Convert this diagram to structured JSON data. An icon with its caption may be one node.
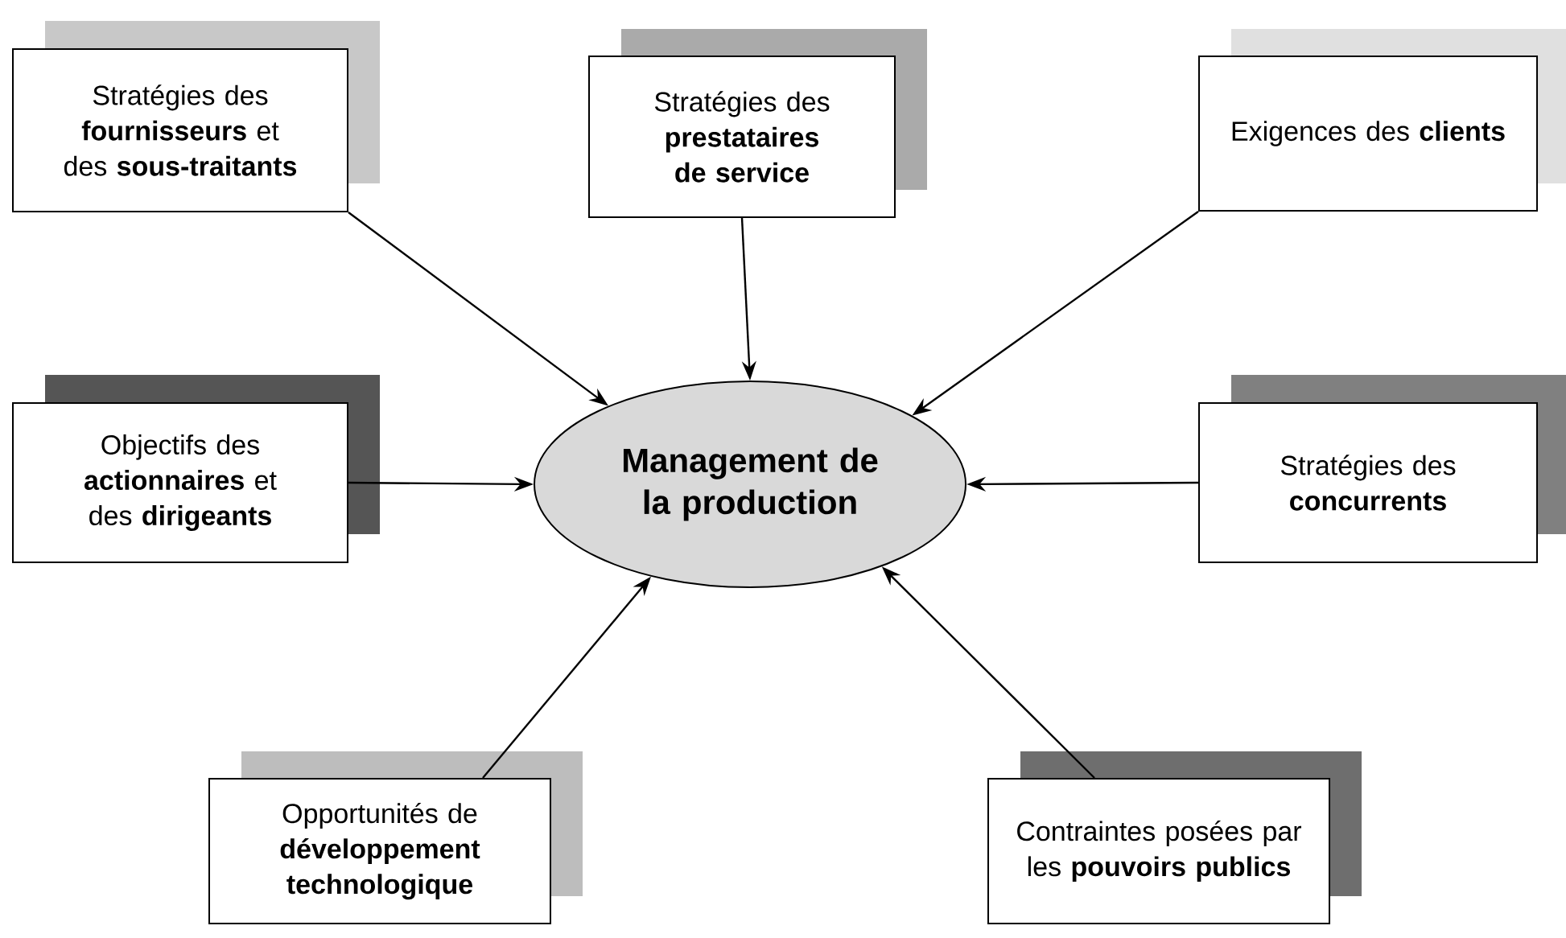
{
  "diagram": {
    "nodes": [
      {
        "text": [
          "**Management de la production**"
        ]
      },
      {
        "text": [
          "Stratégies des **fournisseurs** et des **sous-traitants**"
        ]
      },
      {
        "text": [
          "Stratégies des **prestataires de service**"
        ]
      },
      {
        "text": [
          "Exigences des **clients**"
        ]
      },
      {
        "text": [
          "Objectifs des **actionnaires** et des **dirigeants**"
        ]
      },
      {
        "text": [
          "Stratégies des **concurrents**"
        ]
      },
      {
        "text": [
          "Opportunités de **développement technologique**"
        ]
      },
      {
        "text": [
          "Contraintes posées par les **pouvoirs publics**"
        ]
      }
    ],
    "edges": [
      {
        "from": 1,
        "to": 0,
        "arrow": "to"
      },
      {
        "from": 2,
        "to": 0,
        "arrow": "to"
      },
      {
        "from": 3,
        "to": 0,
        "arrow": "to"
      },
      {
        "from": 4,
        "to": 0,
        "arrow": "to"
      },
      {
        "from": 5,
        "to": 0,
        "arrow": "to"
      },
      {
        "from": 6,
        "to": 0,
        "arrow": "to"
      },
      {
        "from": 7,
        "to": 0,
        "arrow": "to"
      }
    ]
  }
}
